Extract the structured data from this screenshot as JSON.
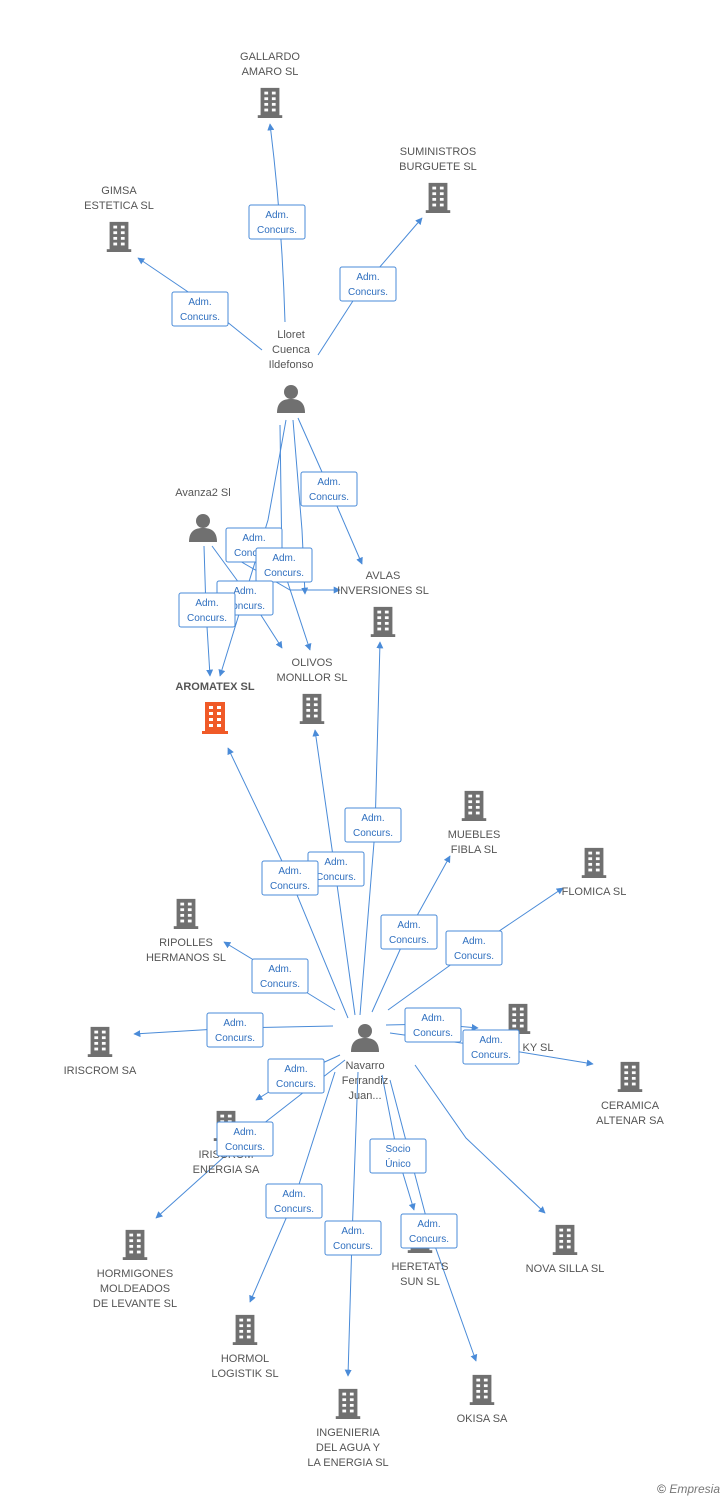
{
  "colors": {
    "edge": "#4a8bd8",
    "company": "#707070",
    "focus": "#f05a28",
    "person": "#707070"
  },
  "footer": {
    "copyright": "©",
    "brand": "Empresia"
  },
  "nodes": [
    {
      "id": "gallardo",
      "type": "company",
      "label": [
        "GALLARDO",
        "AMARO SL"
      ]
    },
    {
      "id": "suministros",
      "type": "company",
      "label": [
        "SUMINISTROS",
        "BURGUETE SL"
      ]
    },
    {
      "id": "gimsa",
      "type": "company",
      "label": [
        "GIMSA",
        "ESTETICA SL"
      ]
    },
    {
      "id": "lloret",
      "type": "person",
      "label": [
        "Lloret",
        "Cuenca",
        "Ildefonso"
      ]
    },
    {
      "id": "avanza2",
      "type": "person",
      "label": [
        "Avanza2 Sl"
      ]
    },
    {
      "id": "avlas",
      "type": "company",
      "label": [
        "AVLAS",
        "INVERSIONES SL"
      ]
    },
    {
      "id": "aromatex",
      "type": "focus",
      "label": [
        "AROMATEX SL"
      ]
    },
    {
      "id": "olivos",
      "type": "company",
      "label": [
        "OLIVOS",
        "MONLLOR SL"
      ]
    },
    {
      "id": "muebles",
      "type": "company",
      "label": [
        "MUEBLES",
        "FIBLA SL"
      ]
    },
    {
      "id": "flomica",
      "type": "company",
      "label": [
        "FLOMICA SL"
      ]
    },
    {
      "id": "ripolles",
      "type": "company",
      "label": [
        "RIPOLLES",
        "HERMANOS SL"
      ]
    },
    {
      "id": "iriscrom",
      "type": "company",
      "label": [
        "IRISCROM SA"
      ]
    },
    {
      "id": "navarro",
      "type": "person",
      "label": [
        "Navarro",
        "Ferrandiz",
        "Juan..."
      ]
    },
    {
      "id": "ky",
      "type": "company",
      "label": [
        "KY SL"
      ]
    },
    {
      "id": "ceramica",
      "type": "company",
      "label": [
        "CERAMICA",
        "ALTENAR SA"
      ]
    },
    {
      "id": "iriscromenergia",
      "type": "company",
      "label": [
        "IRISCROM",
        "ENERGIA SA"
      ]
    },
    {
      "id": "hormigones",
      "type": "company",
      "label": [
        "HORMIGONES",
        "MOLDEADOS",
        "DE LEVANTE SL"
      ]
    },
    {
      "id": "nova",
      "type": "company",
      "label": [
        "NOVA SILLA SL"
      ]
    },
    {
      "id": "heretats",
      "type": "company",
      "label": [
        "HERETATS",
        "SUN SL"
      ]
    },
    {
      "id": "hormol",
      "type": "company",
      "label": [
        "HORMOL",
        "LOGISTIK SL"
      ]
    },
    {
      "id": "okisa",
      "type": "company",
      "label": [
        "OKISA SA"
      ]
    },
    {
      "id": "ingenieria",
      "type": "company",
      "label": [
        "INGENIERIA",
        "DEL AGUA Y",
        "LA ENERGIA SL"
      ]
    }
  ],
  "edges": [
    {
      "label": [
        "Adm.",
        "Concurs."
      ]
    },
    {
      "label": [
        "Adm.",
        "Concurs."
      ]
    },
    {
      "label": [
        "Adm.",
        "Concurs."
      ]
    },
    {
      "label": [
        "Adm.",
        "Concurs."
      ]
    },
    {
      "label": [
        "Adm.",
        "Concurs."
      ]
    },
    {
      "label": [
        "Adm.",
        "Concurs."
      ]
    },
    {
      "label": [
        "Adm.",
        "Concurs."
      ]
    },
    {
      "label": [
        "Adm.",
        "Concurs."
      ]
    },
    {
      "label": [
        "Adm.",
        "Concurs."
      ]
    },
    {
      "label": [
        "Adm.",
        "Concurs."
      ]
    },
    {
      "label": [
        "Adm.",
        "Concurs."
      ]
    },
    {
      "label": [
        "Adm.",
        "Concurs."
      ]
    },
    {
      "label": [
        "Adm.",
        "Concurs."
      ]
    },
    {
      "label": [
        "Adm.",
        "Concurs."
      ]
    },
    {
      "label": [
        "Adm.",
        "Concurs."
      ]
    },
    {
      "label": [
        "Adm.",
        "Concurs."
      ]
    },
    {
      "label": [
        "Adm.",
        "Concurs."
      ]
    },
    {
      "label": [
        "Adm.",
        "Concurs."
      ]
    },
    {
      "label": [
        "Adm.",
        "Concurs."
      ]
    },
    {
      "label": [
        "Adm.",
        "Concurs."
      ]
    },
    {
      "label": [
        "Adm.",
        "Concurs."
      ]
    },
    {
      "label": [
        "Socio",
        "Único"
      ]
    },
    {
      "label": [
        "Adm.",
        "Concurs."
      ]
    }
  ]
}
